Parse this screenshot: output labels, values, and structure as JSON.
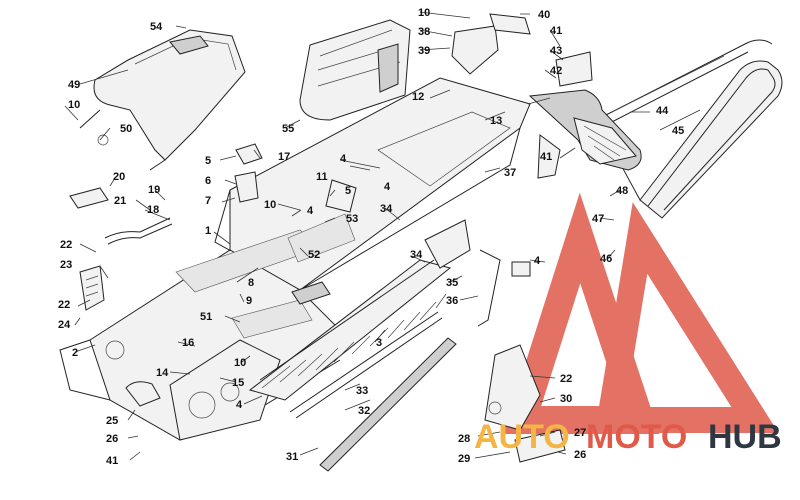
{
  "callouts": [
    {
      "label": "54"
    },
    {
      "label": "10"
    },
    {
      "label": "40"
    },
    {
      "label": "38"
    },
    {
      "label": "41"
    },
    {
      "label": "39"
    },
    {
      "label": "43"
    },
    {
      "label": "49"
    },
    {
      "label": "42"
    },
    {
      "label": "10"
    },
    {
      "label": "12"
    },
    {
      "label": "50"
    },
    {
      "label": "13"
    },
    {
      "label": "44"
    },
    {
      "label": "55"
    },
    {
      "label": "45"
    },
    {
      "label": "4"
    },
    {
      "label": "5"
    },
    {
      "label": "17"
    },
    {
      "label": "41"
    },
    {
      "label": "37"
    },
    {
      "label": "20"
    },
    {
      "label": "6"
    },
    {
      "label": "11"
    },
    {
      "label": "19"
    },
    {
      "label": "5"
    },
    {
      "label": "7"
    },
    {
      "label": "4"
    },
    {
      "label": "48"
    },
    {
      "label": "21"
    },
    {
      "label": "18"
    },
    {
      "label": "10"
    },
    {
      "label": "4"
    },
    {
      "label": "53"
    },
    {
      "label": "34"
    },
    {
      "label": "47"
    },
    {
      "label": "1"
    },
    {
      "label": "22"
    },
    {
      "label": "52"
    },
    {
      "label": "34"
    },
    {
      "label": "46"
    },
    {
      "label": "23"
    },
    {
      "label": "4"
    },
    {
      "label": "8"
    },
    {
      "label": "35"
    },
    {
      "label": "22"
    },
    {
      "label": "9"
    },
    {
      "label": "36"
    },
    {
      "label": "24"
    },
    {
      "label": "51"
    },
    {
      "label": "3"
    },
    {
      "label": "2"
    },
    {
      "label": "16"
    },
    {
      "label": "10"
    },
    {
      "label": "14"
    },
    {
      "label": "15"
    },
    {
      "label": "4"
    },
    {
      "label": "33"
    },
    {
      "label": "22"
    },
    {
      "label": "30"
    },
    {
      "label": "25"
    },
    {
      "label": "32"
    },
    {
      "label": "26"
    },
    {
      "label": "27"
    },
    {
      "label": "28"
    },
    {
      "label": "41"
    },
    {
      "label": "31"
    },
    {
      "label": "29"
    },
    {
      "label": "26"
    }
  ],
  "watermark": {
    "part1": "AUTO",
    "part2": "MOTO",
    "part3": "HUB",
    "colors": {
      "auto": "#f4b545",
      "moto": "#e05a4a",
      "hub": "#2f3742",
      "mark": "#e05a4a"
    }
  }
}
